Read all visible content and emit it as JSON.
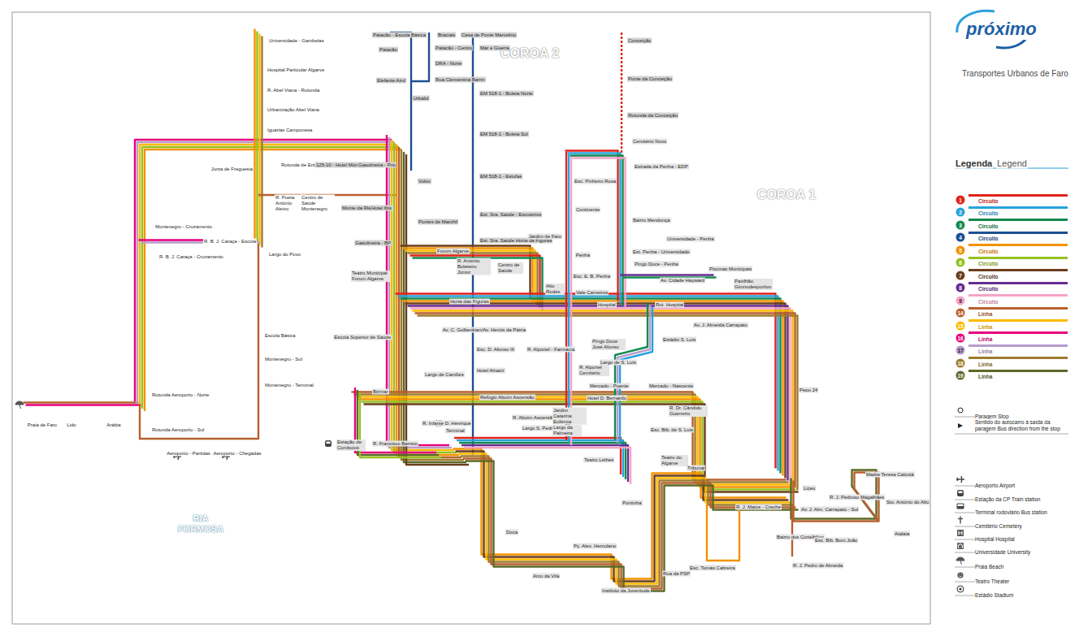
{
  "diagram": {
    "title": "próximo",
    "nodes": [
      {
        "text": [
          "COROA 2"
        ]
      },
      {
        "text": [
          "COROA 1"
        ]
      },
      {
        "text": [
          "RIA FORMOSA"
        ]
      }
    ],
    "labels": [
      "Transportes Urbanos de Faro",
      "Legenda",
      "Legend",
      "1",
      "2",
      "3",
      "4",
      "5",
      "6",
      "7",
      "8",
      "9",
      "14",
      "15",
      "16",
      "17",
      "18",
      "19",
      "Universidade - Gambelas",
      "Hospital Particular Algarve",
      "R. Abel Viana - Rotunda",
      "Urbanização Abel Viana",
      "Iguarias Camponesa",
      "Rotunda de Entrelada",
      "125-10 - Hotel Mónaco",
      "Gasolineira - Prio",
      "Junta de Freguesia",
      "R. Poeta António Aleixo",
      "Centro de Saúde Montenegro",
      "Monte da Ria",
      "Hotel Ibis",
      "Montenegro - Cruzamento",
      "R. B. J. Caraça - Escola",
      "R. B. J. Caraça - Cruzamento",
      "Largo do Povo",
      "Escola Básica",
      "Montenegro - Sul",
      "Montenegro - Terminal",
      "Rotunda Aeroporto - Norte",
      "Rotunda Aeroporto - Sul",
      "Aeroporto - Partidas",
      "Aeroporto - Chegadas",
      "Praia de Faro",
      "Lido",
      "Arábia",
      "Patacão - Escola Básica",
      "Patacão",
      "Braciais",
      "Casa de Ponte Marcelino",
      "Patacão - Centro",
      "Mar e Guerra",
      "DRA - Norte",
      "Rua Clementina Barrin",
      "Elefante Azul",
      "Urbalid",
      "EM 518-1 - Boleta Norte",
      "EM 518-1 - Boleta Sul",
      "EM 518-1 - Estufas",
      "Est. Sra. Saúde - Escuteiros",
      "Est. Sra. Saúde Horta da Figuras",
      "Volvo",
      "Pontes de Marchil",
      "Gasolineira - BP",
      "Forum Algarve",
      "R. António Boleteiro Júnior",
      "Centro de Saúde",
      "Conceição",
      "Ponte da Conceição",
      "Rotunda da Conceição",
      "Cemitério Novo",
      "Estrada da Penha - EDP",
      "Esc. Pinheiro Rosa",
      "Continente",
      "Bairro Mendonça",
      "Universidade - Penha",
      "Jardim de Faro",
      "Est. Penha - Universidade",
      "Penha",
      "Pingo Doce - Penha",
      "Esc. E. B. Penha",
      "Av. Cidade Hayward",
      "Piscinas Municipais",
      "Pavilhão Gimnodesportivo",
      "Teatro Municipal Forum Algarve",
      "Horta das Figuras",
      "Alto Rodes",
      "Vale Carneiros",
      "Hospital",
      "Rot. Hospital",
      "Av. J. Almeida Carrapato",
      "Av. C. Gulbenkian/Av. Heróis da Pátria",
      "Escola Superior de Saúde",
      "Esc. D. Afonso III",
      "R. Alportel - Farmácia",
      "Estádio S. Luís",
      "Pingo Doce José Afonso",
      "Largo de S. Luís",
      "R. Alportel Cemitério",
      "Hotel Alnacir",
      "Largo de Camões",
      "Mercado - Poente",
      "Mercado - Nascente",
      "Bizmar",
      "Refúgio Aboim Ascensão",
      "Hotel D. Bernardo",
      "Pepo 24",
      "R. Dr. Cândido Guerreiro",
      "R. Aboim Ascensão",
      "R. Infante D. Henrique",
      "Jardim Catarina Eufémia",
      "Esc. Bib. de S. Luís",
      "Largo S. Pedro",
      "Largo da Palmeira",
      "R. Francisco Barreto",
      "Terminal",
      "Estação de Comboios",
      "Teatro Lethes",
      "Teatro do Algarve",
      "Tribunal",
      "Liceu",
      "Madre Teresa Calcutá",
      "R. J. Pedroso Magalhães",
      "Sto. António do Alto",
      "R. J. Matos - Creche",
      "Av. J. Alm. Carrapato - Sul",
      "Bairro dos Cortelhões",
      "Esc. Bib. Bom João",
      "Atalaia",
      "R. J. Pedro de Almeida",
      "Pontinha",
      "Doca",
      "Pç. Alex. Herculano",
      "Esc. Tomás Cabreira",
      "Arco da Vila",
      "Rua da PSP",
      "Instituto da Juventude"
    ],
    "legend": [
      {
        "text": "Circuito",
        "color": "#e2231a"
      },
      {
        "text": "Circuito",
        "color": "#27a3dd"
      },
      {
        "text": "Circuito",
        "color": "#138a4f"
      },
      {
        "text": "Circuito",
        "color": "#1d4f91"
      },
      {
        "text": "Circuito",
        "color": "#f39200"
      },
      {
        "text": "Circuito",
        "color": "#95c11f"
      },
      {
        "text": "Circuito",
        "color": "#6b3e1d"
      },
      {
        "text": "Circuito",
        "color": "#662d91"
      },
      {
        "text": "Circuito",
        "color": "#f5a3c7"
      },
      {
        "text": "Linha",
        "color": "#b8602d"
      },
      {
        "text": "Linha",
        "color": "#fbba00"
      },
      {
        "text": "Linha",
        "color": "#e6007e"
      },
      {
        "text": "Linha",
        "color": "#b79ccb"
      },
      {
        "text": "Linha",
        "color": "#9e7b2f"
      },
      {
        "text": "Linha",
        "color": "#5b6a26"
      },
      {
        "text": "Paragem Stop"
      },
      {
        "text": "Sentido do autocarro à saída da paragem Bus direction from the stop"
      },
      {
        "text": "Aeroporto Airport"
      },
      {
        "text": "Estação da CP Train station"
      },
      {
        "text": "Terminal rodoviário Bus station"
      },
      {
        "text": "Cemitério Cemetery"
      },
      {
        "text": "Hospital Hospital"
      },
      {
        "text": "Universidade University"
      },
      {
        "text": "Praia Beach"
      },
      {
        "text": "Teatro Theater"
      },
      {
        "text": "Estádio Stadium"
      }
    ]
  }
}
